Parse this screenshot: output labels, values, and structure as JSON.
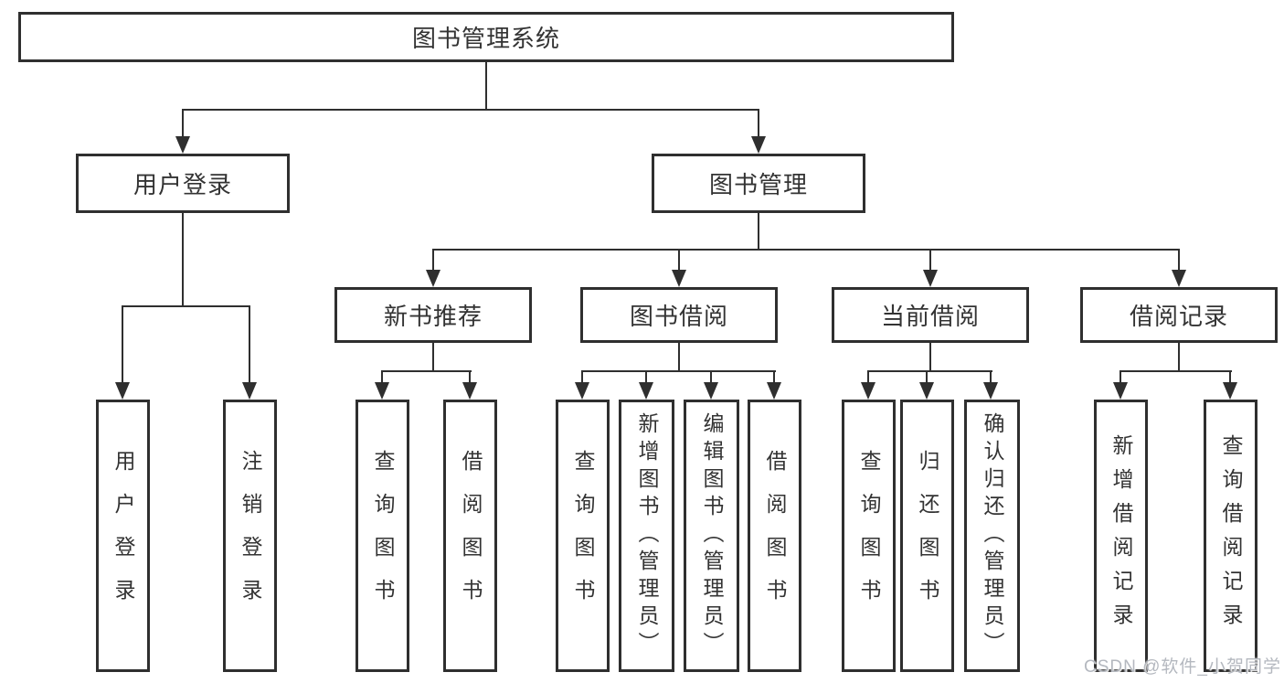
{
  "colors": {
    "line": "#2f2f2f",
    "box_border": "#2f2f2f",
    "text": "#333333",
    "background": "#ffffff",
    "watermark": "#b4b8bf"
  },
  "tree": {
    "label": "图书管理系统",
    "children": [
      {
        "label": "用户登录",
        "children": [
          {
            "label": "用户登录"
          },
          {
            "label": "注销登录"
          }
        ]
      },
      {
        "label": "图书管理",
        "children": [
          {
            "label": "新书推荐",
            "children": [
              {
                "label": "查询图书"
              },
              {
                "label": "借阅图书"
              }
            ]
          },
          {
            "label": "图书借阅",
            "children": [
              {
                "label": "查询图书"
              },
              {
                "label": "新增图书（管理员）"
              },
              {
                "label": "编辑图书（管理员）"
              },
              {
                "label": "借阅图书"
              }
            ]
          },
          {
            "label": "当前借阅",
            "children": [
              {
                "label": "查询图书"
              },
              {
                "label": "归还图书"
              },
              {
                "label": "确认归还（管理员）"
              }
            ]
          },
          {
            "label": "借阅记录",
            "children": [
              {
                "label": "新增借阅记录"
              },
              {
                "label": "查询借阅记录"
              }
            ]
          }
        ]
      }
    ]
  },
  "watermark": {
    "text": "CSDN @软件_小贺同学"
  }
}
